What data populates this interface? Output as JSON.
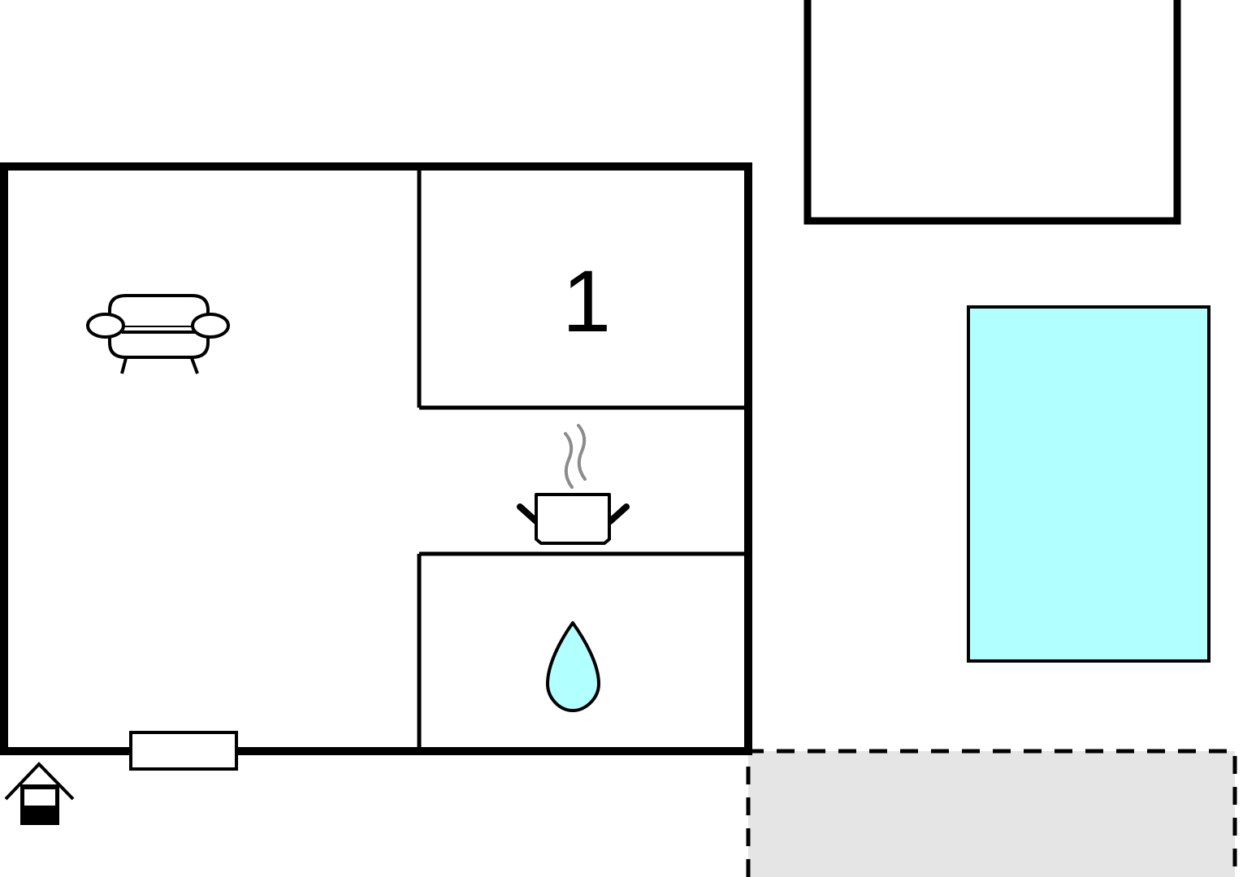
{
  "floor_plan": {
    "rooms": [
      {
        "name": "living-room",
        "icon": "sofa-icon"
      },
      {
        "name": "bedroom",
        "label": "1"
      },
      {
        "name": "kitchen",
        "icon": "cooking-pot-icon"
      },
      {
        "name": "bathroom",
        "icon": "water-drop-icon"
      }
    ],
    "outdoor": [
      {
        "name": "annex-building"
      },
      {
        "name": "swimming-pool"
      },
      {
        "name": "terrace-dashed-area"
      }
    ],
    "entrance_icon": "entrance-house-icon",
    "door": "entrance-door"
  },
  "labels": {
    "bedroom_number": "1"
  },
  "colors": {
    "walls": "#000000",
    "pool_fill": "#b2ffff",
    "water_drop_fill": "#b2ffff",
    "terrace_fill": "#e5e5e5",
    "steam": "#8c8c8c",
    "background": "#ffffff"
  }
}
